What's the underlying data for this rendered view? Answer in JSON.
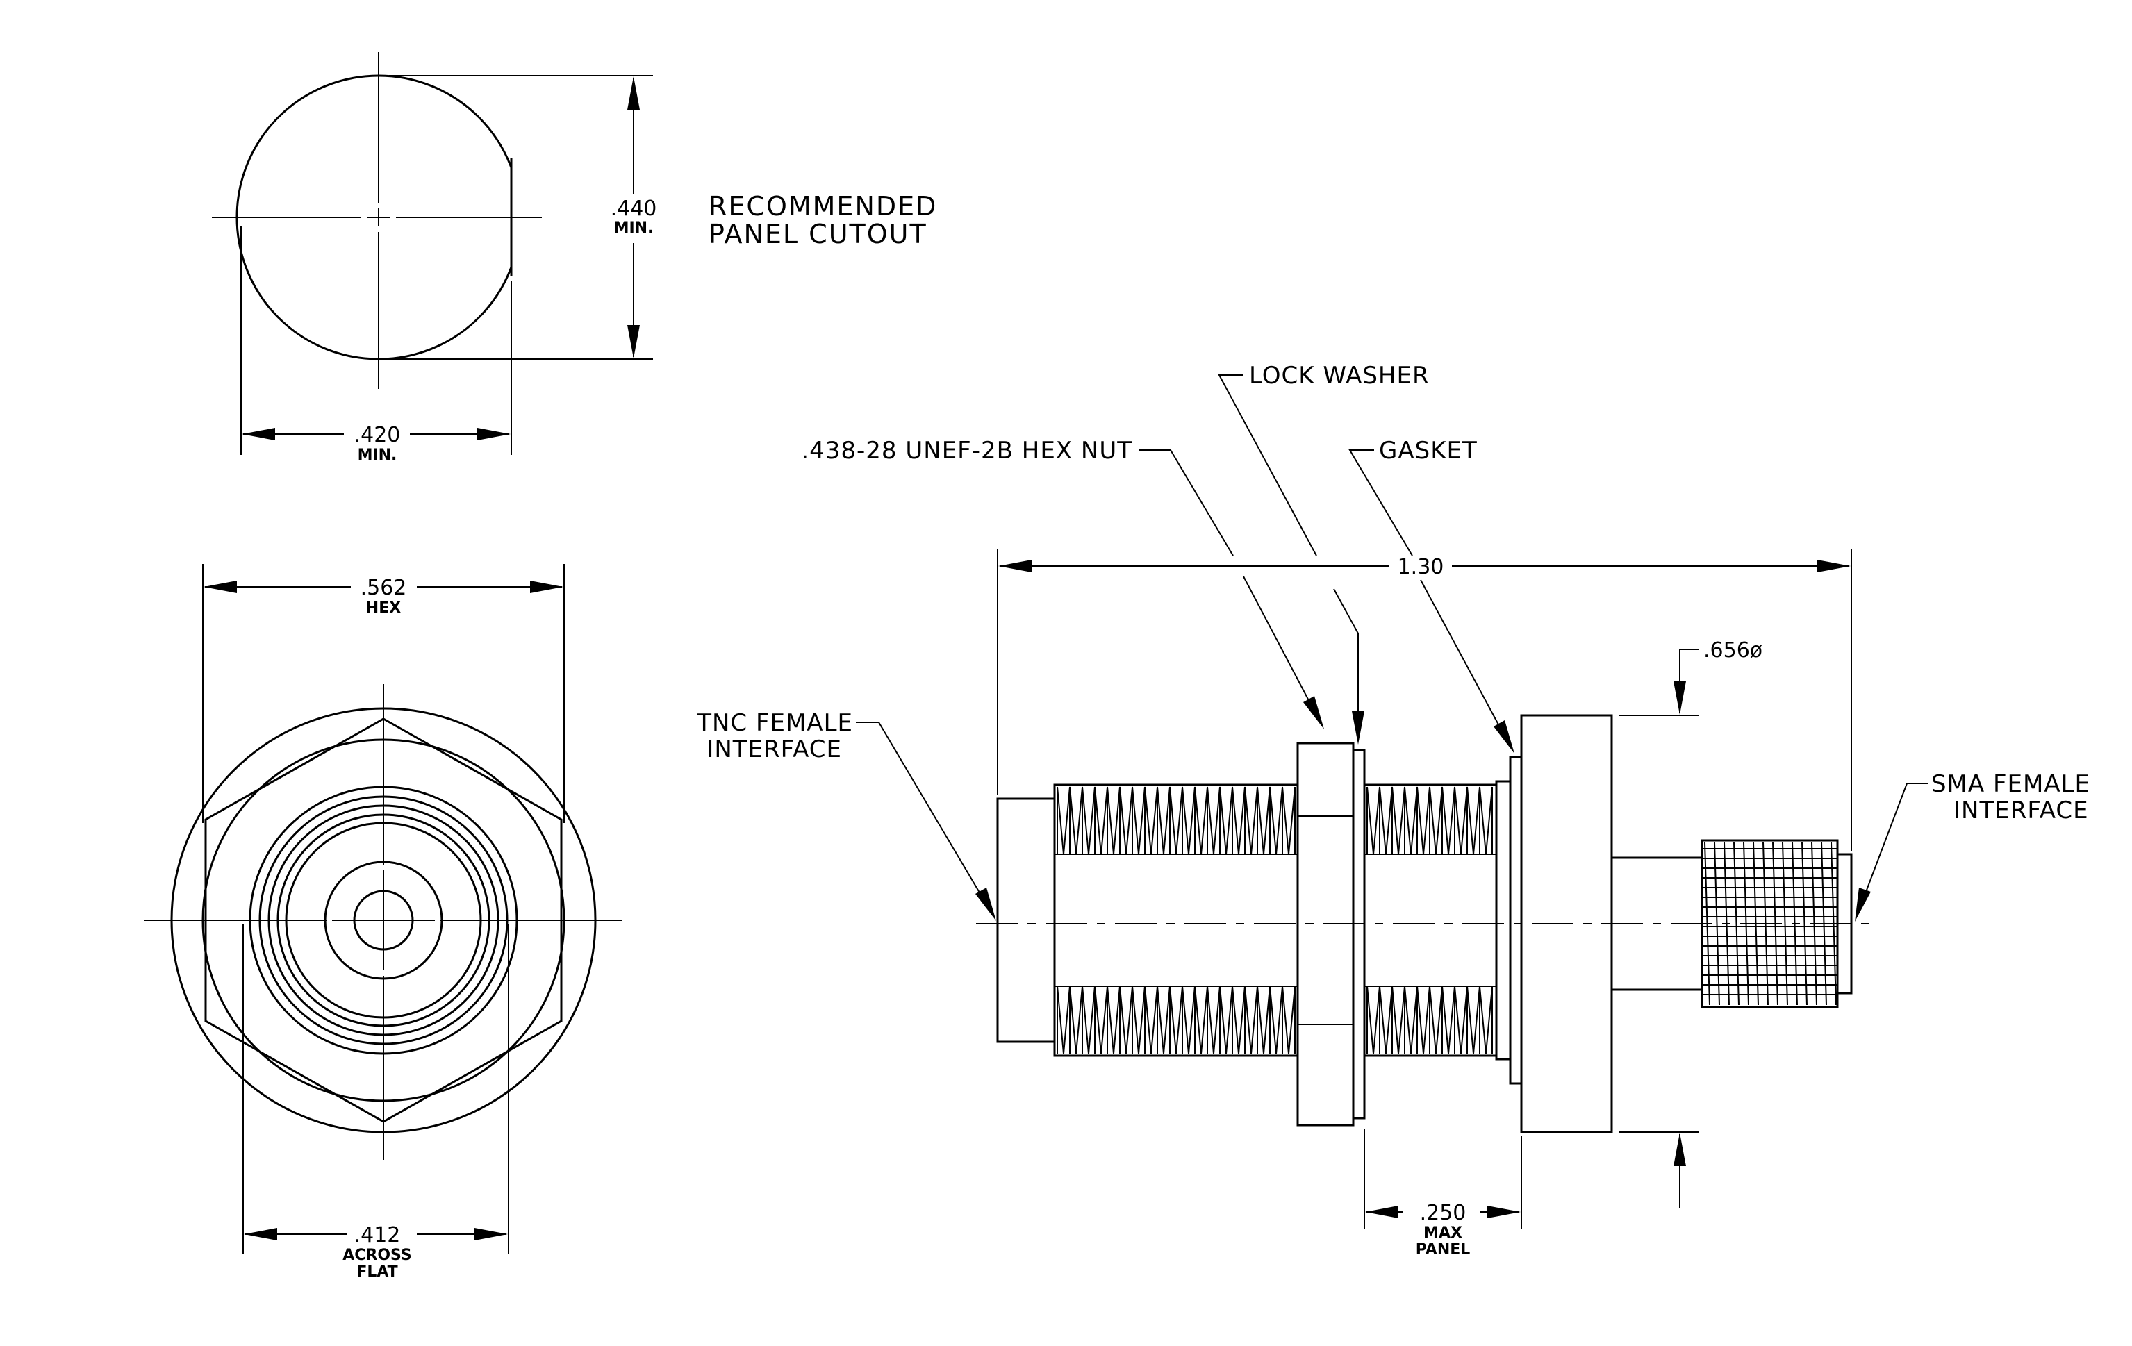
{
  "panel_cutout": {
    "title_line1": "RECOMMENDED",
    "title_line2": "PANEL CUTOUT",
    "height_dim": ".440",
    "height_sub": "MIN.",
    "width_dim": ".420",
    "width_sub": "MIN."
  },
  "front_view": {
    "hex_dim": ".562",
    "hex_sub": "HEX",
    "flat_dim": ".412",
    "flat_sub1": "ACROSS",
    "flat_sub2": "FLAT"
  },
  "side_view": {
    "overall_length": "1.30",
    "flange_dia": ".656ø",
    "panel_dim": ".250",
    "panel_sub1": "MAX",
    "panel_sub2": "PANEL"
  },
  "callouts": {
    "lock_washer": "LOCK WASHER",
    "gasket": "GASKET",
    "hex_nut": ".438-28 UNEF-2B HEX NUT",
    "tnc_line1": "TNC FEMALE",
    "tnc_line2": "INTERFACE",
    "sma_line1": "SMA FEMALE",
    "sma_line2": "INTERFACE"
  }
}
